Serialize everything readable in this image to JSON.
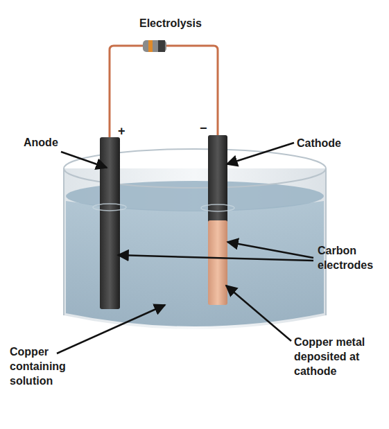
{
  "diagram": {
    "title": "Electrolysis",
    "labels": [
      "Anode",
      "+",
      "−",
      "Cathode",
      "Carbon electrodes",
      "Copper containing solution",
      "Copper metal deposited at cathode"
    ]
  }
}
